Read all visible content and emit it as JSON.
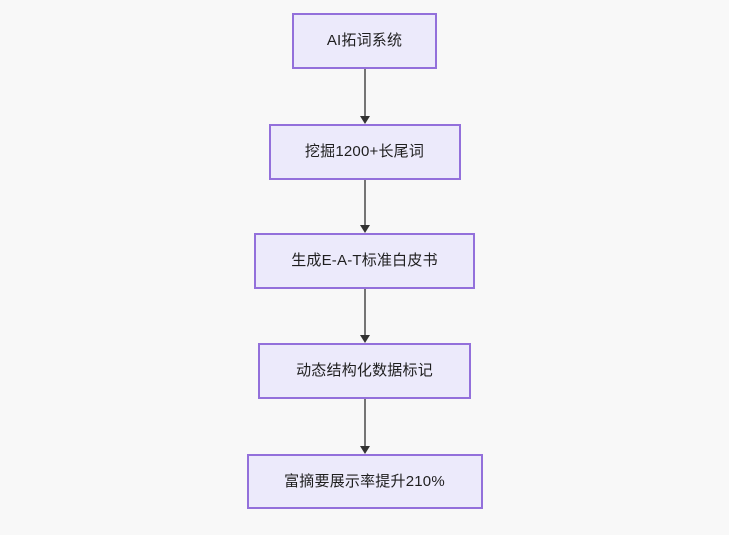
{
  "diagram": {
    "type": "flowchart",
    "direction": "top-to-bottom",
    "background_color": "#f8f8f8",
    "node_fill_color": "#ECEAFB",
    "node_border_color": "#9370DB",
    "node_text_color": "#1f1f1f",
    "connector_line_color": "#757575",
    "connector_arrow_color": "#333333",
    "nodes": [
      {
        "id": "node-1",
        "label": "AI拓词系统"
      },
      {
        "id": "node-2",
        "label": "挖掘1200+长尾词"
      },
      {
        "id": "node-3",
        "label": "生成E-A-T标准白皮书"
      },
      {
        "id": "node-4",
        "label": "动态结构化数据标记"
      },
      {
        "id": "node-5",
        "label": "富摘要展示率提升210%"
      }
    ],
    "edges": [
      {
        "from": "node-1",
        "to": "node-2"
      },
      {
        "from": "node-2",
        "to": "node-3"
      },
      {
        "from": "node-3",
        "to": "node-4"
      },
      {
        "from": "node-4",
        "to": "node-5"
      }
    ]
  }
}
